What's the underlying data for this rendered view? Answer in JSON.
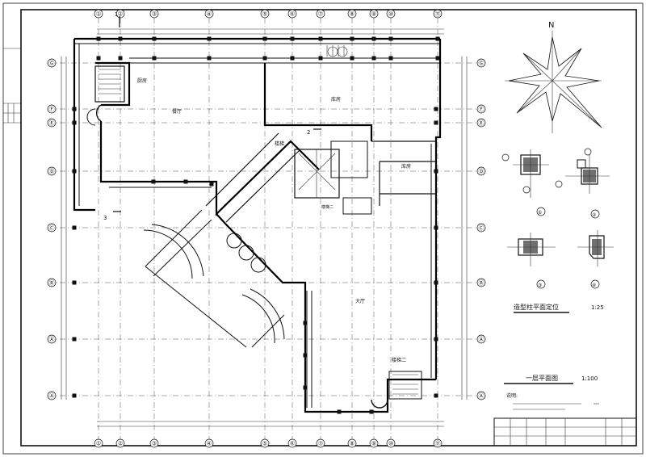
{
  "north_label": "N",
  "grid_top": [
    "①",
    "②",
    "③",
    "④",
    "⑤",
    "⑥",
    "⑦",
    "⑧",
    "⑨",
    "⑩",
    "⑪"
  ],
  "grid_side": [
    "Ⓖ",
    "Ⓕ",
    "Ⓔ",
    "Ⓓ",
    "Ⓒ",
    "Ⓑ",
    "Ⓐ"
  ],
  "rooms": {
    "upper_left": "厨房",
    "center_top": "餐厅",
    "right_top": "库房",
    "right_mid": "库房",
    "main_hall": "大厅",
    "stair_1": "楼梯",
    "stair_2": "楼梯二",
    "center_small": "楼梯二"
  },
  "section_marks": [
    "1",
    "2",
    "3"
  ],
  "detail_title": "造型柱平面定位",
  "detail_scale": "1:25",
  "plan_title": "一层平面图",
  "plan_scale": "1:100",
  "notes_label": "说明:",
  "detail_labels": [
    "①",
    "②",
    "③",
    "④"
  ]
}
